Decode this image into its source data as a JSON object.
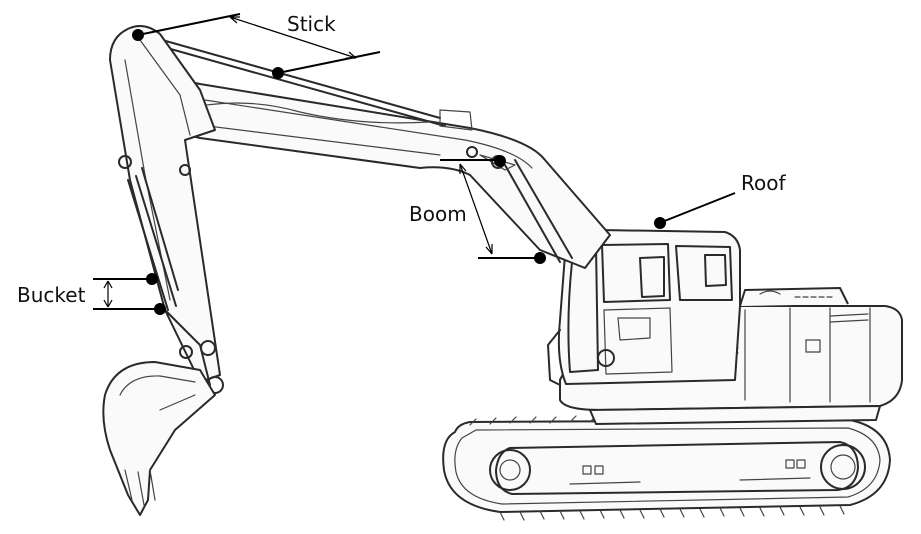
{
  "labels": {
    "stick": "Stick",
    "boom": "Boom",
    "roof": "Roof",
    "bucket": "Bucket"
  },
  "colors": {
    "background": "#ffffff",
    "ink": "#000000"
  }
}
